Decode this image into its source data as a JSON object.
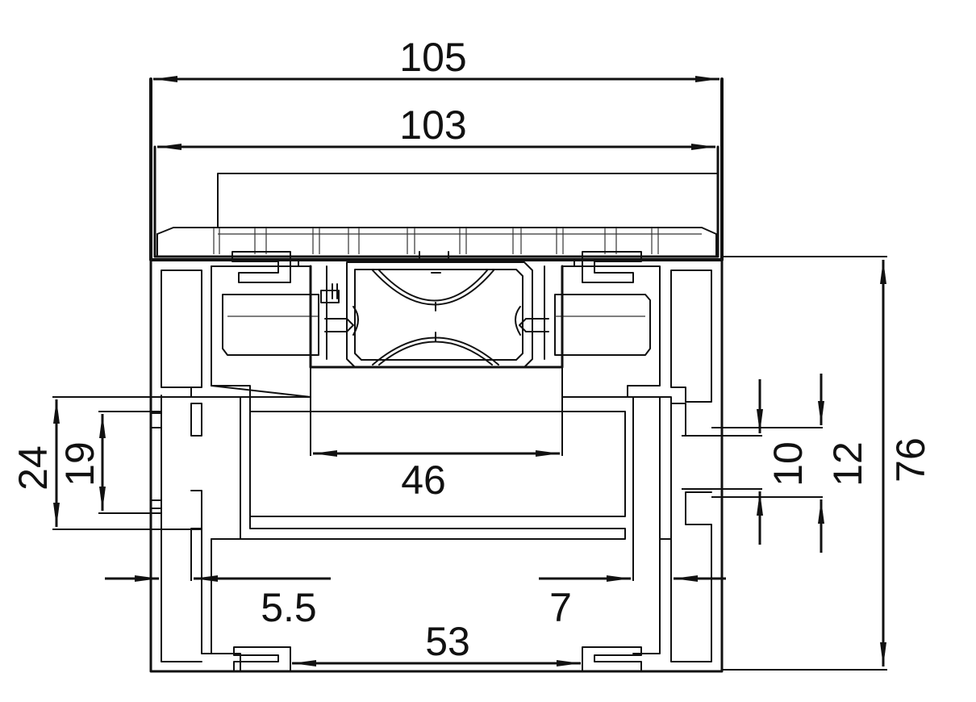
{
  "drawing": {
    "dimensions": {
      "overall_width": "105",
      "inner_width": "103",
      "center_opening": "46",
      "bottom_span": "53",
      "right_height": "76",
      "left_outer_height": "24",
      "left_inner_height": "19",
      "right_upper_gap": "10",
      "right_lower_gap": "12",
      "left_wall": "5.5",
      "right_wall": "7"
    }
  }
}
